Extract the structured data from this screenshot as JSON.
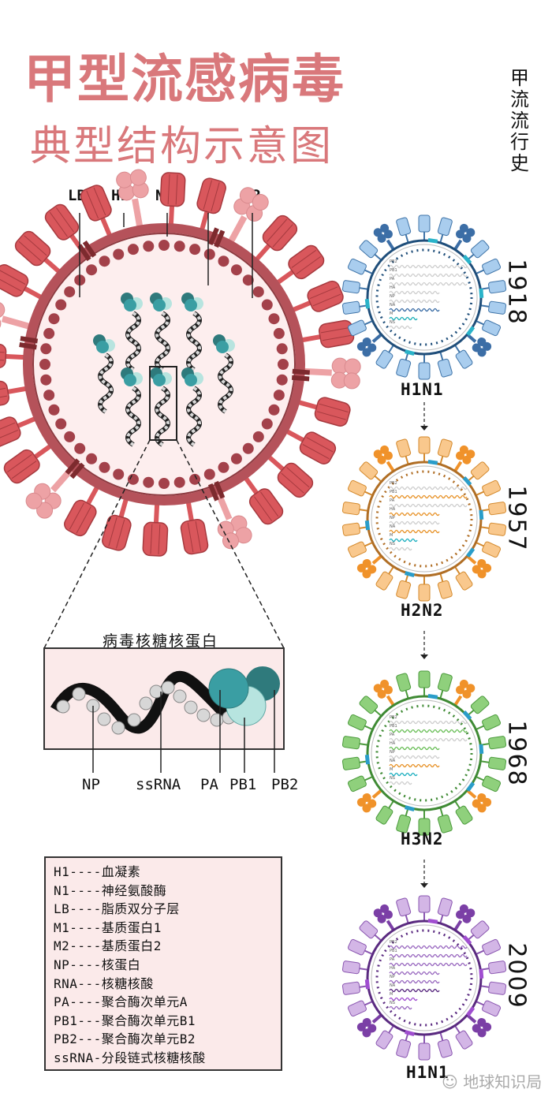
{
  "title": {
    "line1": "甲型流感病毒",
    "line2": "典型结构示意图"
  },
  "side_title": [
    "甲",
    "流",
    "流",
    "行",
    "史"
  ],
  "virion_labels": [
    "LB",
    "H1",
    "N1",
    "M1",
    "M2"
  ],
  "rnp": {
    "title": "病毒核糖核蛋白",
    "labels": [
      "NP",
      "ssRNA",
      "PA",
      "PB1",
      "PB2"
    ]
  },
  "legend": [
    "H1----血凝素",
    "N1----神经氨酸酶",
    "LB----脂质双分子层",
    "M1----基质蛋白1",
    "M2----基质蛋白2",
    "NP----核蛋白",
    "RNA---核糖核酸",
    "PA----聚合酶次单元A",
    "PB1---聚合酶次单元B1",
    "PB2---聚合酶次单元B2",
    "ssRNA-分段链式核糖核酸"
  ],
  "segments": [
    "PB2",
    "PB1",
    "PA",
    "HA",
    "NP",
    "NA",
    "M",
    "NS"
  ],
  "history": [
    {
      "year": "1918",
      "subtype": "H1N1",
      "colors": {
        "spike": "#a9cdee",
        "spikeStroke": "#3f74a8",
        "na": "#3c6ea6",
        "ring": "#1f4e7a",
        "m2": "#2ab3c9"
      },
      "segment_colors": [
        "#cfcfcf",
        "#cfcfcf",
        "#cfcfcf",
        "#cfcfcf",
        "#cfcfcf",
        "#3c6ea6",
        "#20b0b8",
        "#cfcfcf"
      ]
    },
    {
      "year": "1957",
      "subtype": "H2N2",
      "colors": {
        "spike": "#f9c88d",
        "spikeStroke": "#d48a2e",
        "na": "#f0922a",
        "ring": "#b06e25",
        "m2": "#2a9dc9"
      },
      "segment_colors": [
        "#cfcfcf",
        "#e8942c",
        "#cfcfcf",
        "#e8942c",
        "#cfcfcf",
        "#e8942c",
        "#20b0c0",
        "#cfcfcf"
      ]
    },
    {
      "year": "1968",
      "subtype": "H3N2",
      "colors": {
        "spike": "#8fd07c",
        "spikeStroke": "#4b9a3c",
        "na": "#f0922a",
        "ring": "#3f8a34",
        "m2": "#2a9dc9"
      },
      "segment_colors": [
        "#cfcfcf",
        "#6cbf5a",
        "#cfcfcf",
        "#6cbf5a",
        "#cfcfcf",
        "#e8942c",
        "#20b0c0",
        "#cfcfcf"
      ]
    },
    {
      "year": "2009",
      "subtype": "H1N1",
      "colors": {
        "spike": "#d3b6e6",
        "spikeStroke": "#8a56b0",
        "na": "#7b3fa6",
        "ring": "#5a2a80",
        "m2": "#a04ed0"
      },
      "segment_colors": [
        "#9a6ac0",
        "#9a6ac0",
        "#9a6ac0",
        "#9a6ac0",
        "#9a6ac0",
        "#5a2a80",
        "#a04ed0",
        "#9a6ac0"
      ]
    }
  ],
  "main_colors": {
    "ha": "#d9575c",
    "haStroke": "#a63a3f",
    "na": "#eda2a5",
    "m2": "#7d2a2e",
    "membrane": "#b5525a",
    "interior": "#fdeeee",
    "m1": "#a3414a",
    "np_teal": "#3a9ea3",
    "np_dark": "#2f7a7c",
    "np_light": "#b7e4df"
  },
  "watermark": "地球知识局"
}
